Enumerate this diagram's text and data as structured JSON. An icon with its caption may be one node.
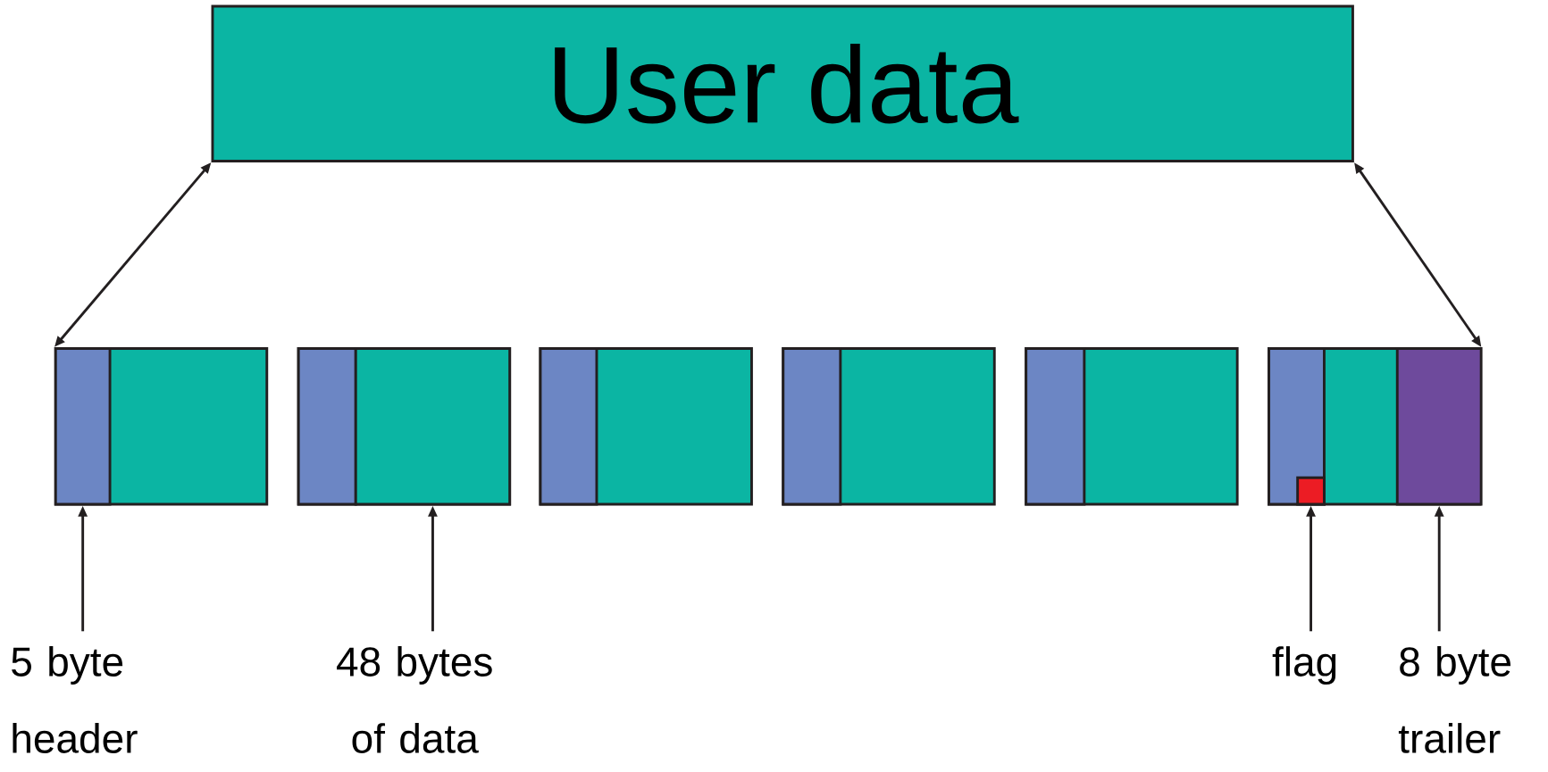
{
  "diagram": {
    "nodes": [
      {
        "text": [
          "User data"
        ]
      },
      {
        "text": [],
        "shape": "box"
      },
      {
        "text": [],
        "shape": "box",
        "in": 1
      },
      {
        "text": [],
        "shape": "box"
      },
      {
        "text": [],
        "shape": "box",
        "in": 3
      },
      {
        "text": [],
        "shape": "box",
        "in": 3
      },
      {
        "text": [],
        "shape": "box"
      },
      {
        "text": [],
        "shape": "box",
        "in": 6
      },
      {
        "text": [],
        "shape": "box"
      },
      {
        "text": [],
        "shape": "box",
        "in": 8
      },
      {
        "text": [],
        "shape": "box"
      },
      {
        "text": [],
        "shape": "box",
        "in": 10
      },
      {
        "text": [],
        "shape": "box"
      },
      {
        "text": [],
        "shape": "box",
        "in": 12
      },
      {
        "text": [],
        "shape": "box",
        "in": 13
      },
      {
        "text": [],
        "shape": "box",
        "in": 12
      },
      {
        "text": [
          "5 byte header"
        ]
      },
      {
        "text": [
          "48 bytes of data"
        ]
      },
      {
        "text": [
          "flag"
        ]
      },
      {
        "text": [
          "8 byte trailer"
        ]
      }
    ],
    "edges": [
      {
        "from": 0,
        "to": 1,
        "arrow": "both"
      },
      {
        "from": 0,
        "to": 12,
        "arrow": "both"
      },
      {
        "from": 16,
        "to": 2,
        "arrow": "to"
      },
      {
        "from": 17,
        "to": 5,
        "arrow": "to"
      },
      {
        "from": 18,
        "to": 14,
        "arrow": "to"
      },
      {
        "from": 19,
        "to": 15,
        "arrow": "to"
      }
    ]
  }
}
